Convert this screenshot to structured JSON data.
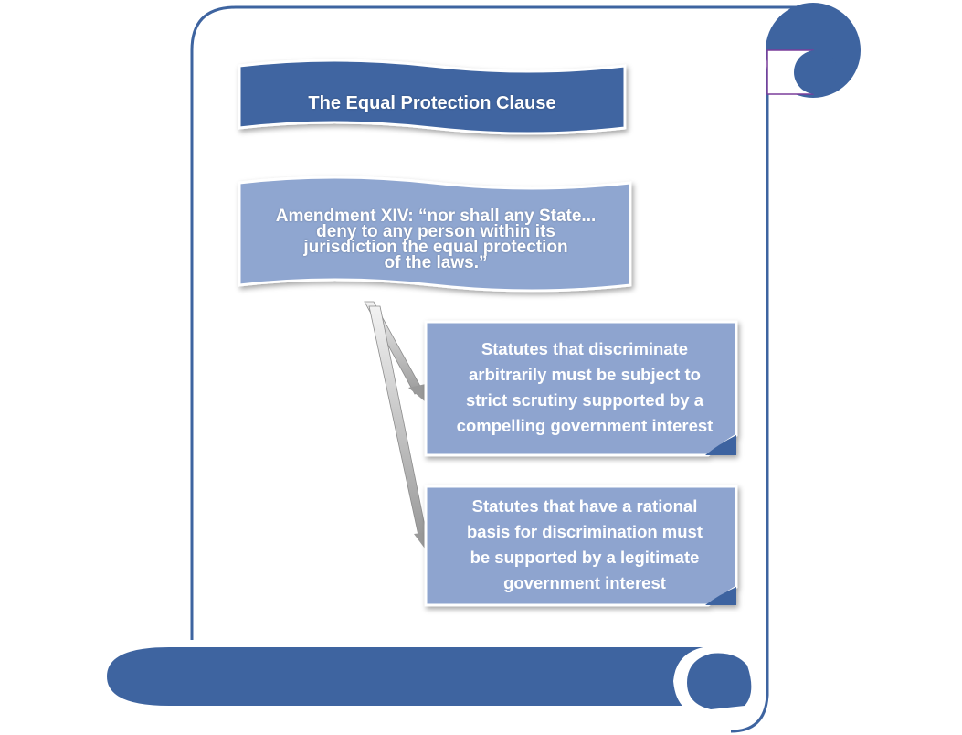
{
  "diagram": {
    "title": "The Equal Protection Clause",
    "amendment_text": "Amendment XIV: “nor shall any State...\ndeny to any person within its\njurisdiction the equal protection\nof the laws.”",
    "boxes": [
      {
        "text": "Statutes that discriminate\narbitrarily must be subject to\nstrict scrutiny supported by a\ncompelling government interest"
      },
      {
        "text": "Statutes that have a rational\nbasis for discrimination must\nbe supported by a legitimate\ngovernment interest"
      }
    ]
  },
  "colors": {
    "scroll_blue": "#3e64a0",
    "banner_dark": "#3f65a1",
    "banner_light": "#8fa6d0",
    "box_fill": "#8ea4cf",
    "arrow_gray": "#a9a9a9"
  }
}
